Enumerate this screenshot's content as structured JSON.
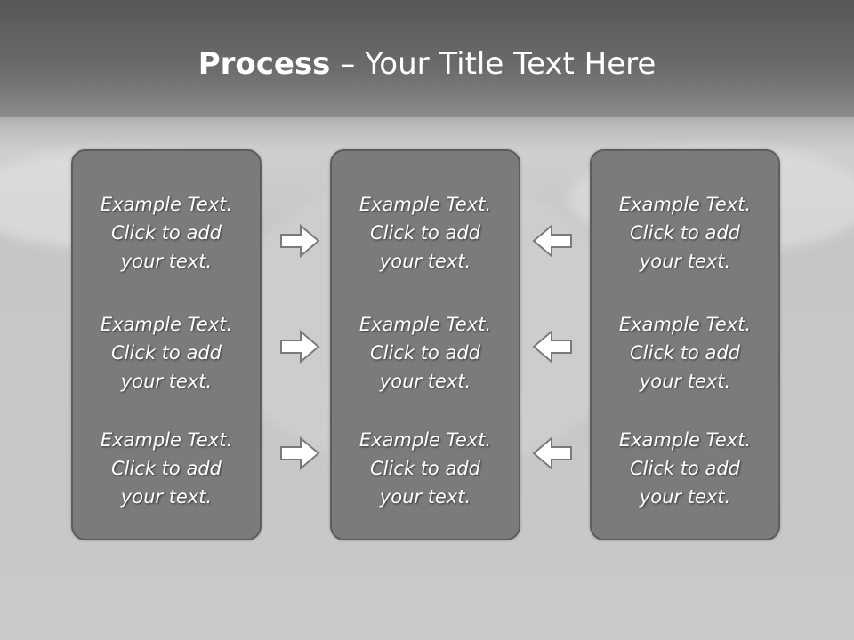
{
  "title": {
    "strong": "Process",
    "rest": " – Your Title Text Here"
  },
  "columns": [
    {
      "cells": [
        [
          "Example Text.",
          "Click  to add",
          "your text."
        ],
        [
          "Example Text.",
          "Click  to add",
          "your text."
        ],
        [
          "Example Text.",
          "Click  to add",
          "your text."
        ]
      ]
    },
    {
      "cells": [
        [
          "Example Text.",
          "Click  to add",
          "your text."
        ],
        [
          "Example Text.",
          "Click  to add",
          "your text."
        ],
        [
          "Example Text.",
          "Click  to add",
          "your text."
        ]
      ]
    },
    {
      "cells": [
        [
          "Example Text.",
          "Click  to add",
          "your text."
        ],
        [
          "Example Text.",
          "Click  to add",
          "your text."
        ],
        [
          "Example Text.",
          "Click  to add",
          "your text."
        ]
      ]
    }
  ],
  "arrows": {
    "left_group": "right-arrow-icon",
    "right_group": "left-arrow-icon"
  },
  "colors": {
    "box_fill": "#7b7b7b",
    "box_border": "#5d5d5d",
    "arrow_fill": "#ffffff",
    "arrow_stroke": "#7a7a7a"
  }
}
